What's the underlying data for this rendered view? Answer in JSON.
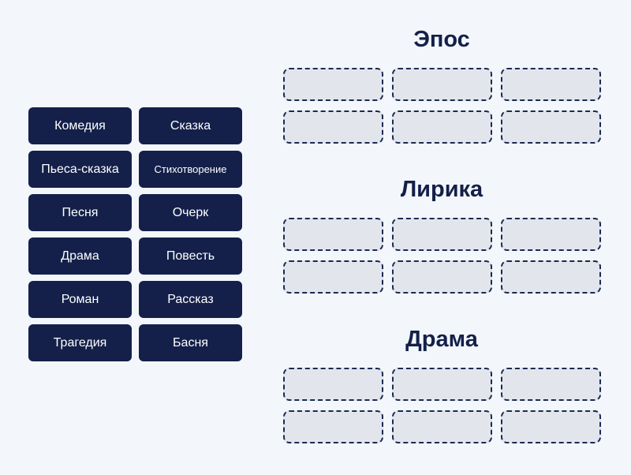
{
  "word_bank": {
    "items": [
      {
        "label": "Комедия"
      },
      {
        "label": "Сказка"
      },
      {
        "label": "Пьеса-сказка"
      },
      {
        "label": "Стихотворение"
      },
      {
        "label": "Песня"
      },
      {
        "label": "Очерк"
      },
      {
        "label": "Драма"
      },
      {
        "label": "Повесть"
      },
      {
        "label": "Роман"
      },
      {
        "label": "Рассказ"
      },
      {
        "label": "Трагедия"
      },
      {
        "label": "Басня"
      }
    ]
  },
  "categories": [
    {
      "title": "Эпос",
      "slot_count": 6
    },
    {
      "title": "Лирика",
      "slot_count": 6
    },
    {
      "title": "Драма",
      "slot_count": 6
    }
  ],
  "colors": {
    "bg": "#f3f7fb",
    "chip_bg": "#14204a",
    "chip_text": "#ffffff",
    "slot_bg": "#e2e6ec",
    "slot_border": "#1b2a52",
    "heading_text": "#14204a"
  }
}
